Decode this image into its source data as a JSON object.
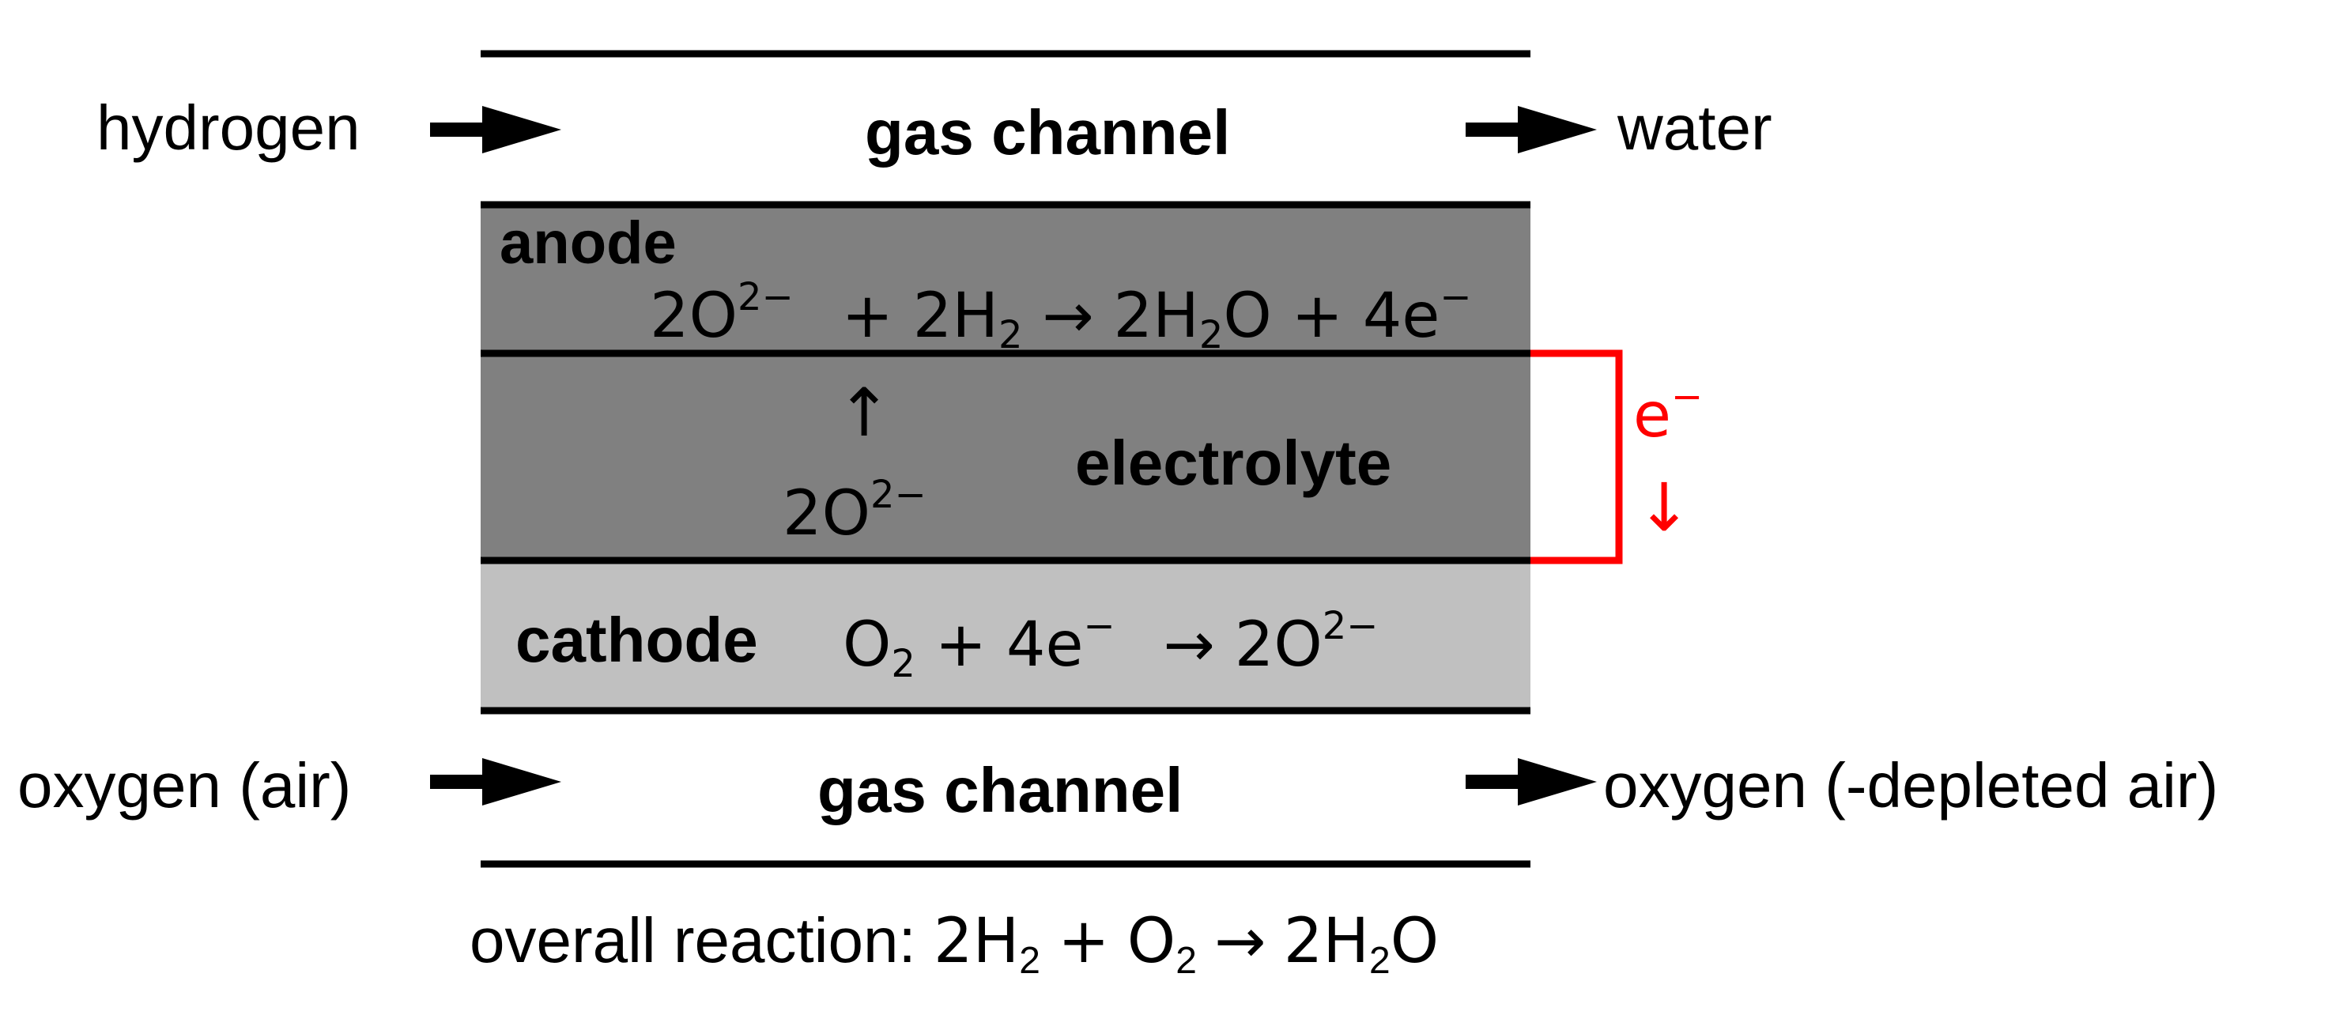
{
  "colors": {
    "anode_fill": "#808080",
    "electrolyte_fill": "#808080",
    "cathode_fill": "#c0c0c0",
    "line": "#000000",
    "electron_path": "#ff0000",
    "background": "#ffffff"
  },
  "top_gas": {
    "inlet": "hydrogen",
    "channel": "gas channel",
    "outlet": "water"
  },
  "anode": {
    "label": "anode",
    "reaction": {
      "coef_o": "2O",
      "charge_o": "2−",
      "plus1": "+",
      "reactant_h2": "2H",
      "sub_h2": "2",
      "arrow": "→",
      "product_h": "2H",
      "sub_h": "2",
      "product_o": "O",
      "plus2": "+",
      "electrons": "4e",
      "electron_charge": "−"
    }
  },
  "electrolyte": {
    "label": "electrolyte",
    "ion_arrow": "↑",
    "ion": "2O",
    "ion_charge": "2−"
  },
  "external_circuit": {
    "electron": "e",
    "electron_charge": "−",
    "arrow": "↓"
  },
  "cathode": {
    "label": "cathode",
    "reaction": {
      "reactant_o": "O",
      "sub_o": "2",
      "plus": "+",
      "electrons": "4e",
      "electron_charge": "−",
      "arrow": "→",
      "product": "2O",
      "product_charge": "2−"
    }
  },
  "bottom_gas": {
    "inlet": "oxygen (air)",
    "channel": "gas channel",
    "outlet": "oxygen (-depleted air)"
  },
  "overall": {
    "prefix": "overall reaction:",
    "h2": "2H",
    "sub_h2": "2",
    "plus": "+",
    "o2": "O",
    "sub_o2": "2",
    "arrow": "→",
    "product_h": "2H",
    "sub_h": "2",
    "product_o": "O"
  }
}
